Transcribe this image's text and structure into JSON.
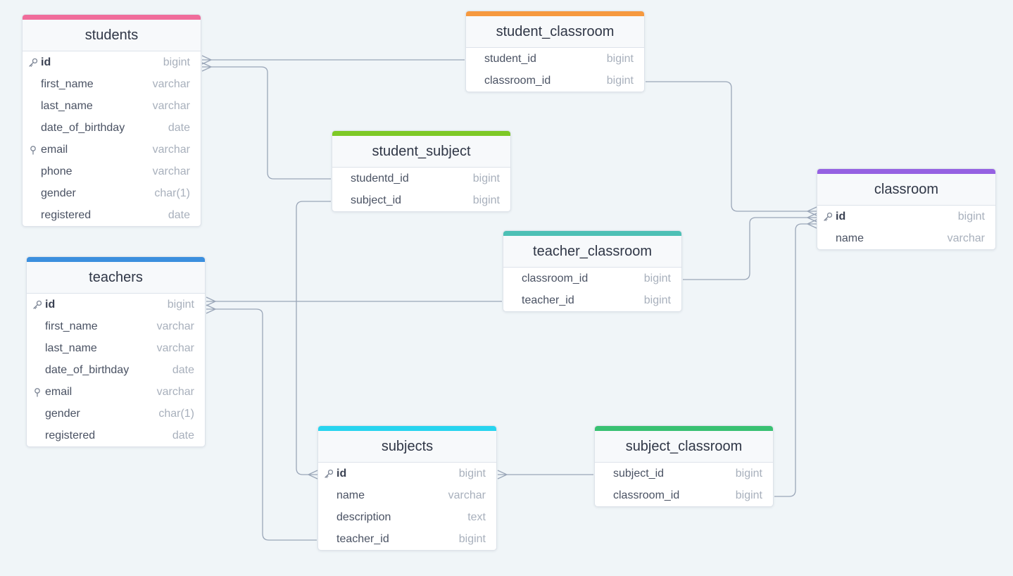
{
  "tables": {
    "students": {
      "title": "students",
      "color": "#f06c9b",
      "fields": [
        {
          "name": "id",
          "type": "bigint",
          "icon": "key-icon"
        },
        {
          "name": "first_name",
          "type": "varchar"
        },
        {
          "name": "last_name",
          "type": "varchar"
        },
        {
          "name": "date_of_birthday",
          "type": "date"
        },
        {
          "name": "email",
          "type": "varchar",
          "icon": "unique-index-icon"
        },
        {
          "name": "phone",
          "type": "varchar"
        },
        {
          "name": "gender",
          "type": "char(1)"
        },
        {
          "name": "registered",
          "type": "date"
        }
      ]
    },
    "teachers": {
      "title": "teachers",
      "color": "#3b8fde",
      "fields": [
        {
          "name": "id",
          "type": "bigint",
          "icon": "key-icon"
        },
        {
          "name": "first_name",
          "type": "varchar"
        },
        {
          "name": "last_name",
          "type": "varchar"
        },
        {
          "name": "date_of_birthday",
          "type": "date"
        },
        {
          "name": "email",
          "type": "varchar",
          "icon": "unique-index-icon"
        },
        {
          "name": "gender",
          "type": "char(1)"
        },
        {
          "name": "registered",
          "type": "date"
        }
      ]
    },
    "student_classroom": {
      "title": "student_classroom",
      "color": "#f6993f",
      "fields": [
        {
          "name": "student_id",
          "type": "bigint"
        },
        {
          "name": "classroom_id",
          "type": "bigint"
        }
      ]
    },
    "student_subject": {
      "title": "student_subject",
      "color": "#7ec926",
      "fields": [
        {
          "name": "studentd_id",
          "type": "bigint"
        },
        {
          "name": "subject_id",
          "type": "bigint"
        }
      ]
    },
    "classroom": {
      "title": "classroom",
      "color": "#9561e2",
      "fields": [
        {
          "name": "id",
          "type": "bigint",
          "icon": "key-icon"
        },
        {
          "name": "name",
          "type": "varchar"
        }
      ]
    },
    "teacher_classroom": {
      "title": "teacher_classroom",
      "color": "#4dc0b5",
      "fields": [
        {
          "name": "classroom_id",
          "type": "bigint"
        },
        {
          "name": "teacher_id",
          "type": "bigint"
        }
      ]
    },
    "subjects": {
      "title": "subjects",
      "color": "#27d4ef",
      "fields": [
        {
          "name": "id",
          "type": "bigint",
          "icon": "key-icon"
        },
        {
          "name": "name",
          "type": "varchar"
        },
        {
          "name": "description",
          "type": "text"
        },
        {
          "name": "teacher_id",
          "type": "bigint"
        }
      ]
    },
    "subject_classroom": {
      "title": "subject_classroom",
      "color": "#38c172",
      "fields": [
        {
          "name": "subject_id",
          "type": "bigint"
        },
        {
          "name": "classroom_id",
          "type": "bigint"
        }
      ]
    }
  },
  "relationships": [
    {
      "from": "student_classroom.student_id",
      "to": "students.id"
    },
    {
      "from": "student_classroom.classroom_id",
      "to": "classroom.id"
    },
    {
      "from": "student_subject.studentd_id",
      "to": "students.id"
    },
    {
      "from": "student_subject.subject_id",
      "to": "subjects.id"
    },
    {
      "from": "teacher_classroom.classroom_id",
      "to": "classroom.id"
    },
    {
      "from": "teacher_classroom.teacher_id",
      "to": "teachers.id"
    },
    {
      "from": "subject_classroom.subject_id",
      "to": "subjects.id"
    },
    {
      "from": "subject_classroom.classroom_id",
      "to": "classroom.id"
    },
    {
      "from": "subjects.teacher_id",
      "to": "teachers.id"
    }
  ],
  "line_color": "#9aa6b8"
}
